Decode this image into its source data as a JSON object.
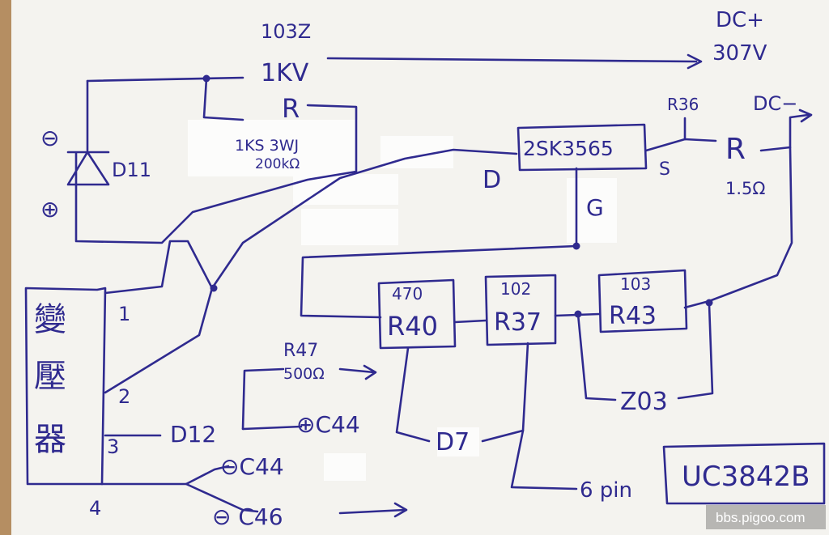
{
  "labels": {
    "cap_code": "103Z",
    "cap_voltage": "1KV",
    "dc_plus": "DC+",
    "dc_plus_voltage": "307V",
    "resistor_r": "R",
    "resistor_spec_1": "1KS 3WJ",
    "resistor_spec_2": "200kΩ",
    "diode_d11": "D11",
    "minus_sign": "⊖",
    "plus_sign": "⊕",
    "mosfet": "2SK3565",
    "drain": "D",
    "gate": "G",
    "source": "S",
    "r36": "R36",
    "dc_minus": "DC−",
    "sense_r": "R",
    "sense_r_value": "1.5Ω",
    "r40_value": "470",
    "r40": "R40",
    "r37_value": "102",
    "r37": "R37",
    "r43_value": "103",
    "r43": "R43",
    "z03": "Z03",
    "r47": "R47",
    "r47_value": "500Ω",
    "c44_plus": "⊕C44",
    "d12": "D12",
    "d7": "D7",
    "pin6": "6 pin",
    "ic": "UC3842B",
    "c44_minus": "⊖C44",
    "c46": "⊖ C46",
    "transformer_1": "變",
    "transformer_2": "壓",
    "transformer_3": "器",
    "pin_1": "1",
    "pin_2": "2",
    "pin_3": "3",
    "pin_4": "4",
    "watermark": "bbs.pigoo.com"
  }
}
